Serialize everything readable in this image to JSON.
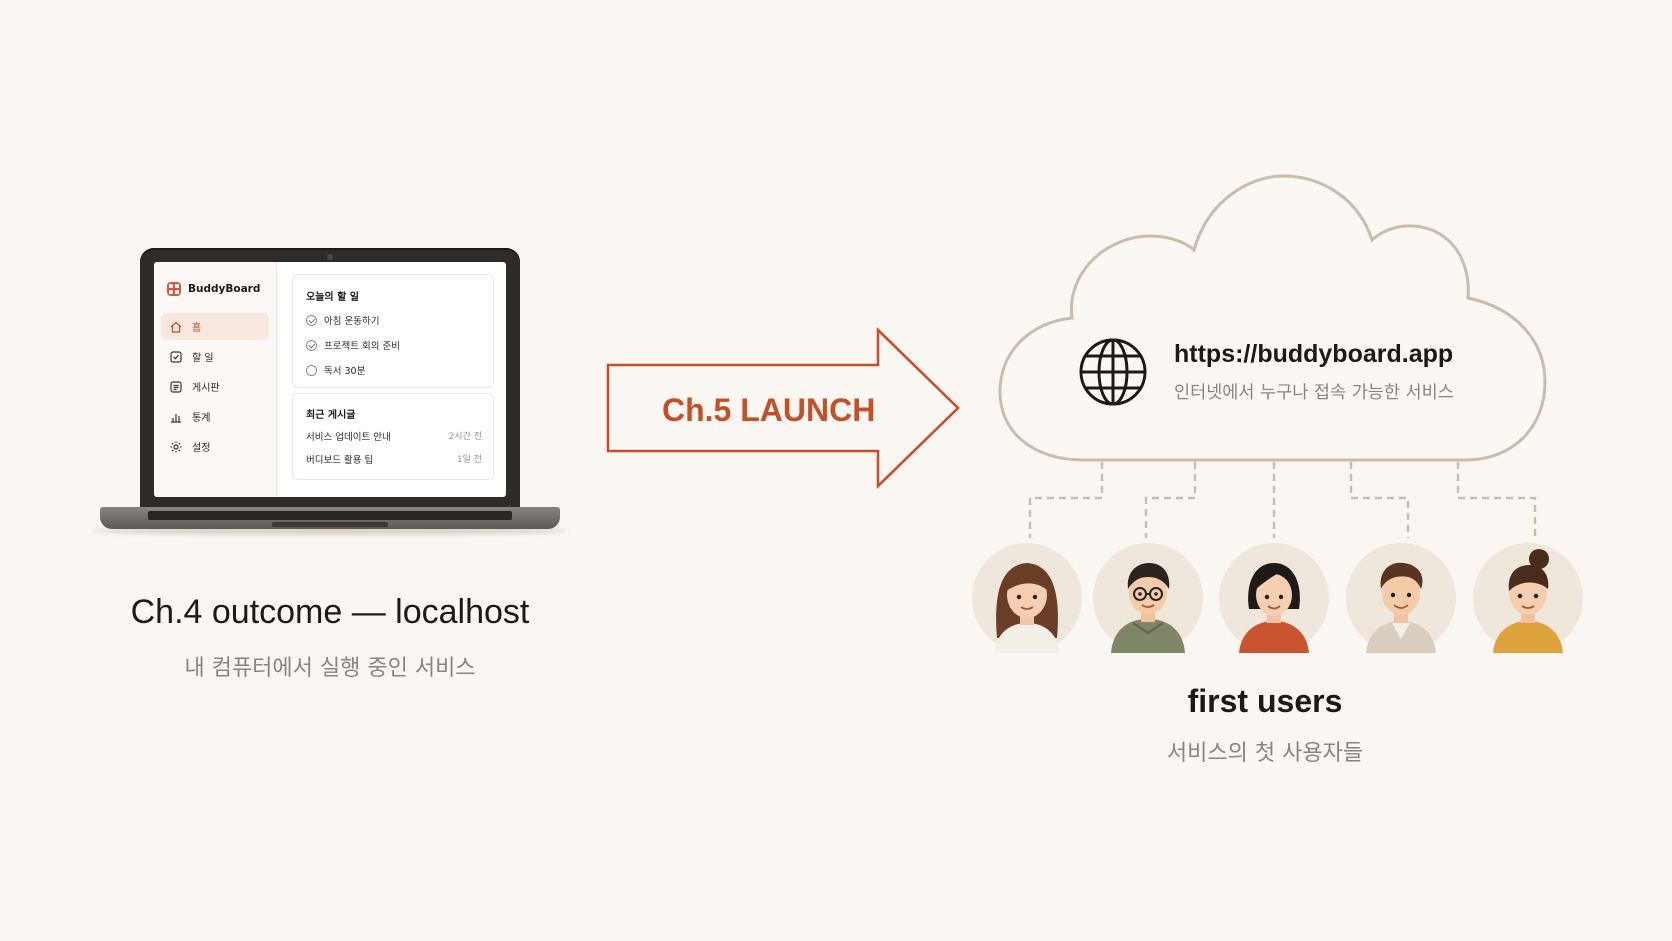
{
  "laptop_app": {
    "brand": "BuddyBoard",
    "nav": [
      {
        "label": "홈",
        "icon": "home-icon",
        "active": true
      },
      {
        "label": "할 일",
        "icon": "checkbox-icon",
        "active": false
      },
      {
        "label": "게시판",
        "icon": "board-icon",
        "active": false
      },
      {
        "label": "통계",
        "icon": "bar-chart-icon",
        "active": false
      },
      {
        "label": "설정",
        "icon": "gear-icon",
        "active": false
      }
    ],
    "today_card": {
      "title": "오늘의 할 일",
      "items": [
        {
          "text": "아침 운동하기",
          "done": true
        },
        {
          "text": "프로젝트 회의 준비",
          "done": true
        },
        {
          "text": "독서 30분",
          "done": false
        }
      ]
    },
    "posts_card": {
      "title": "최근 게시글",
      "items": [
        {
          "title": "서비스 업데이트 안내",
          "time": "2시간 전"
        },
        {
          "title": "버디보드 활용 팁",
          "time": "1일 전"
        }
      ]
    }
  },
  "left_caption": {
    "title": "Ch.4 outcome — localhost",
    "subtitle": "내 컴퓨터에서 실행 중인 서비스"
  },
  "arrow": {
    "label": "Ch.5 LAUNCH",
    "color": "#c4502a"
  },
  "cloud": {
    "url": "https://buddyboard.app",
    "subtitle": "인터넷에서 누구나 접속 가능한 서비스",
    "icon": "globe-icon"
  },
  "users": {
    "title": "first users",
    "subtitle": "서비스의 첫 사용자들",
    "avatars": [
      "woman-long-hair",
      "man-glasses-hoodie",
      "woman-bob-hair",
      "man-casual",
      "woman-bun-hair"
    ]
  },
  "colors": {
    "background": "#faf6f1",
    "accent": "#c4502a",
    "cloud_stroke": "#c9bcad"
  }
}
